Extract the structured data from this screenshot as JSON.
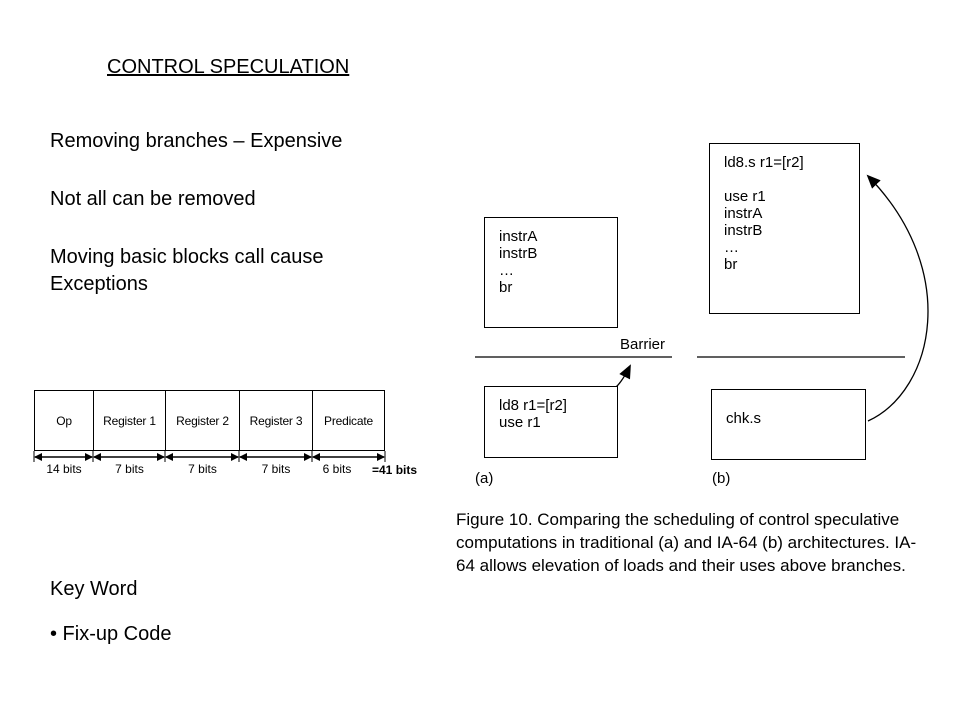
{
  "slide": {
    "title": "CONTROL SPECULATION",
    "bullets": [
      "Removing branches – Expensive",
      "Not all can be removed",
      "Moving basic blocks call cause",
      "Exceptions"
    ],
    "key_word_heading": "Key Word",
    "key_word_item": "• Fix-up Code"
  },
  "instruction_format": {
    "fields": [
      "Op",
      "Register 1",
      "Register 2",
      "Register 3",
      "Predicate"
    ],
    "bits": [
      "14 bits",
      "7 bits",
      "7 bits",
      "7 bits",
      "6 bits"
    ],
    "total": "=41 bits"
  },
  "figure": {
    "a_top_block": [
      "instrA",
      "instrB",
      "…",
      "br"
    ],
    "a_bottom_block": [
      "ld8 r1=[r2]",
      "use r1"
    ],
    "b_top_block": [
      "ld8.s r1=[r2]",
      "",
      "use r1",
      "instrA",
      "instrB",
      "…",
      "br"
    ],
    "b_bottom_block": [
      "chk.s"
    ],
    "barrier_label": "Barrier",
    "label_a": "(a)",
    "label_b": "(b)",
    "caption_lines": [
      "Figure 10. Comparing the scheduling of control speculative",
      "computations in traditional (a) and IA-64 (b) architectures. IA-",
      "64 allows elevation of loads and their uses above branches."
    ]
  }
}
